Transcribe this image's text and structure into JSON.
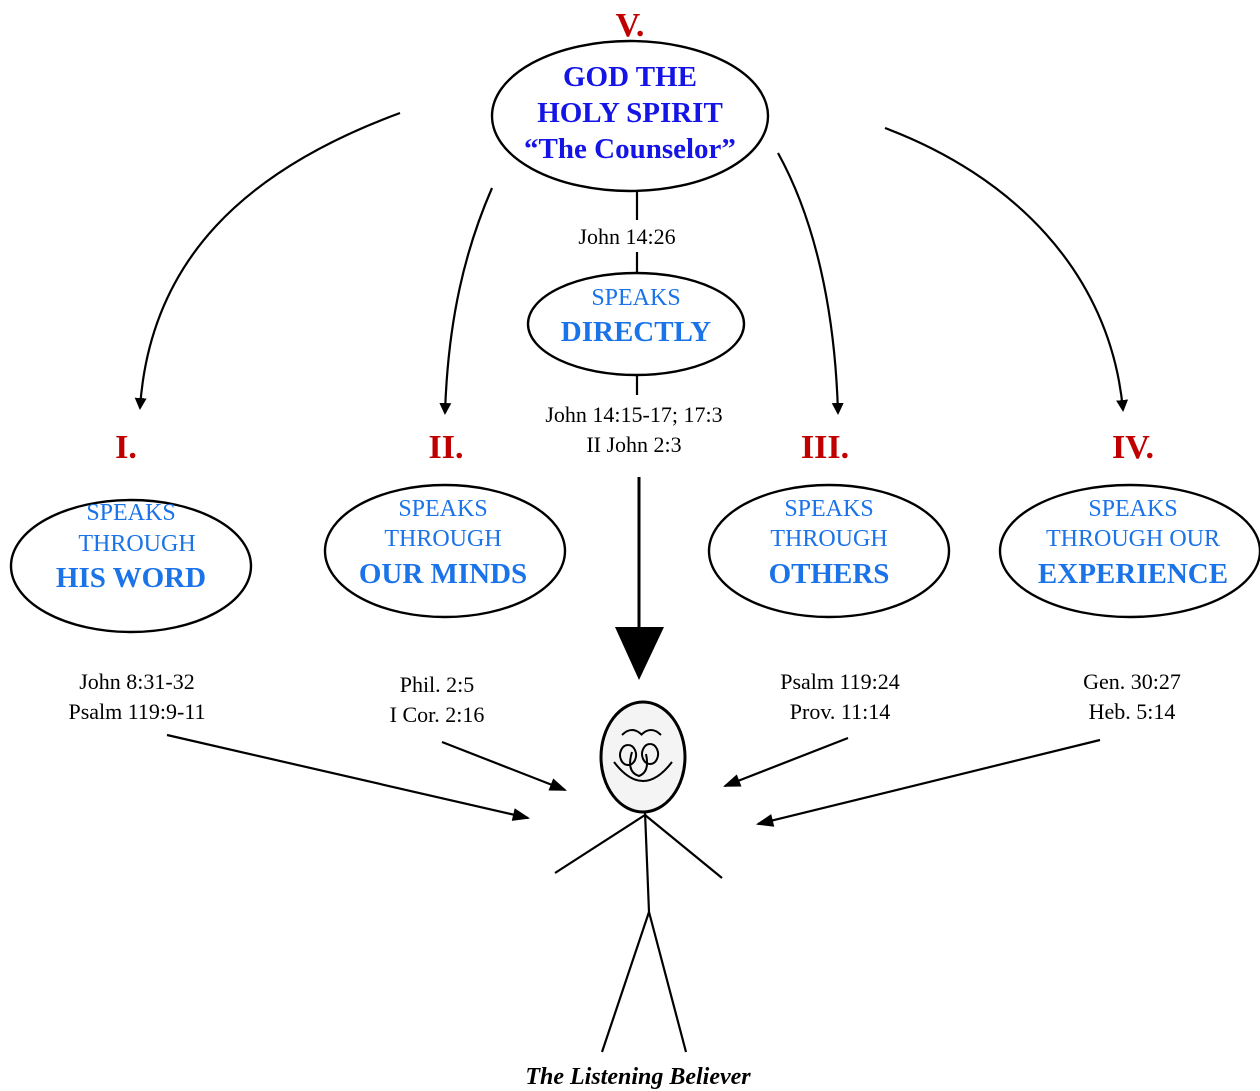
{
  "top": {
    "numeral": "V.",
    "line1": "GOD THE",
    "line2": "HOLY SPIRIT",
    "line3": "“The Counselor”"
  },
  "center": {
    "ref_above": "John 14:26",
    "line1": "SPEAKS",
    "line2": "DIRECTLY",
    "ref_below_1": "John 14:15-17; 17:3",
    "ref_below_2": "II John 2:3"
  },
  "ways": [
    {
      "numeral": "I.",
      "line1": "SPEAKS",
      "line2": "THROUGH",
      "line3": "HIS WORD",
      "ref1": "John 8:31-32",
      "ref2": "Psalm 119:9-11"
    },
    {
      "numeral": "II.",
      "line1": "SPEAKS",
      "line2": "THROUGH",
      "line3": "OUR MINDS",
      "ref1": "Phil. 2:5",
      "ref2": "I Cor. 2:16"
    },
    {
      "numeral": "III.",
      "line1": "SPEAKS",
      "line2": "THROUGH",
      "line3": "OTHERS",
      "ref1": "Psalm 119:24",
      "ref2": "Prov. 11:14"
    },
    {
      "numeral": "IV.",
      "line1": "SPEAKS",
      "line2": "THROUGH OUR",
      "line3": "EXPERIENCE",
      "ref1": "Gen. 30:27",
      "ref2": "Heb. 5:14"
    }
  ],
  "caption": "The Listening Believer",
  "colors": {
    "numeral": "#c00000",
    "title": "#1414e6",
    "label": "#1a73e8"
  }
}
